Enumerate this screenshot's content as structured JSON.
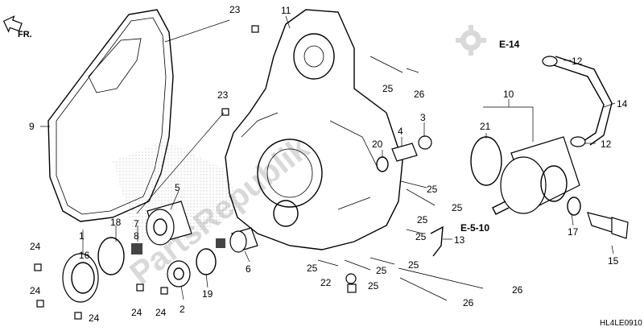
{
  "diagram": {
    "direction_label": "FR.",
    "watermark": "PartsRepublik",
    "code": "HL4LE0910",
    "references": [
      "E-14",
      "E-5-10"
    ],
    "callouts": [
      "1",
      "2",
      "3",
      "4",
      "5",
      "6",
      "7",
      "8",
      "9",
      "10",
      "11",
      "12",
      "12",
      "13",
      "14",
      "15",
      "16",
      "17",
      "18",
      "19",
      "20",
      "21",
      "22",
      "23",
      "23",
      "24",
      "24",
      "24",
      "24",
      "24",
      "25",
      "25",
      "25",
      "25",
      "25",
      "25",
      "25",
      "25",
      "25",
      "26",
      "26",
      "26"
    ],
    "icons": {
      "direction": "arrow-icon",
      "watermark_gear": "gear-icon"
    }
  }
}
